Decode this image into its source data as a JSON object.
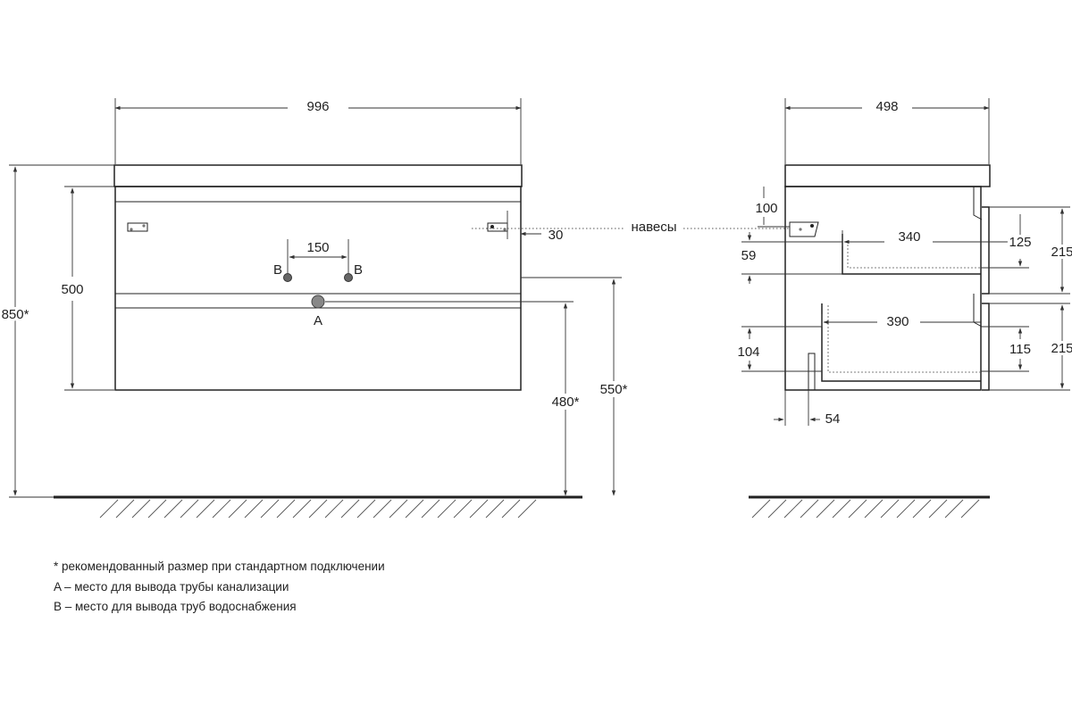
{
  "front_view": {
    "width": "996",
    "height_total": "850*",
    "cabinet_height": "500",
    "supply_spacing": "150",
    "hook_offset": "30",
    "drain_height": "480*",
    "supply_height": "550*",
    "label_b": "B",
    "label_a": "A"
  },
  "side_view": {
    "depth": "498",
    "hinge_label": "навесы",
    "hook_drop": "100",
    "drawer1_depth": "340",
    "drawer1_height": "125",
    "drawer1_offset": "59",
    "drawer1_front": "215",
    "drawer2_depth": "390",
    "drawer2_height": "115",
    "drawer2_offset": "104",
    "drawer2_front": "215",
    "back_offset": "54"
  },
  "notes": {
    "line1": "* рекомендованный размер при стандартном подключении",
    "line2": "A – место для вывода трубы канализации",
    "line3": "B – место для вывода труб водоснабжения"
  },
  "colors": {
    "line": "#222222",
    "dimension": "#333333",
    "pipe": "#777777"
  }
}
